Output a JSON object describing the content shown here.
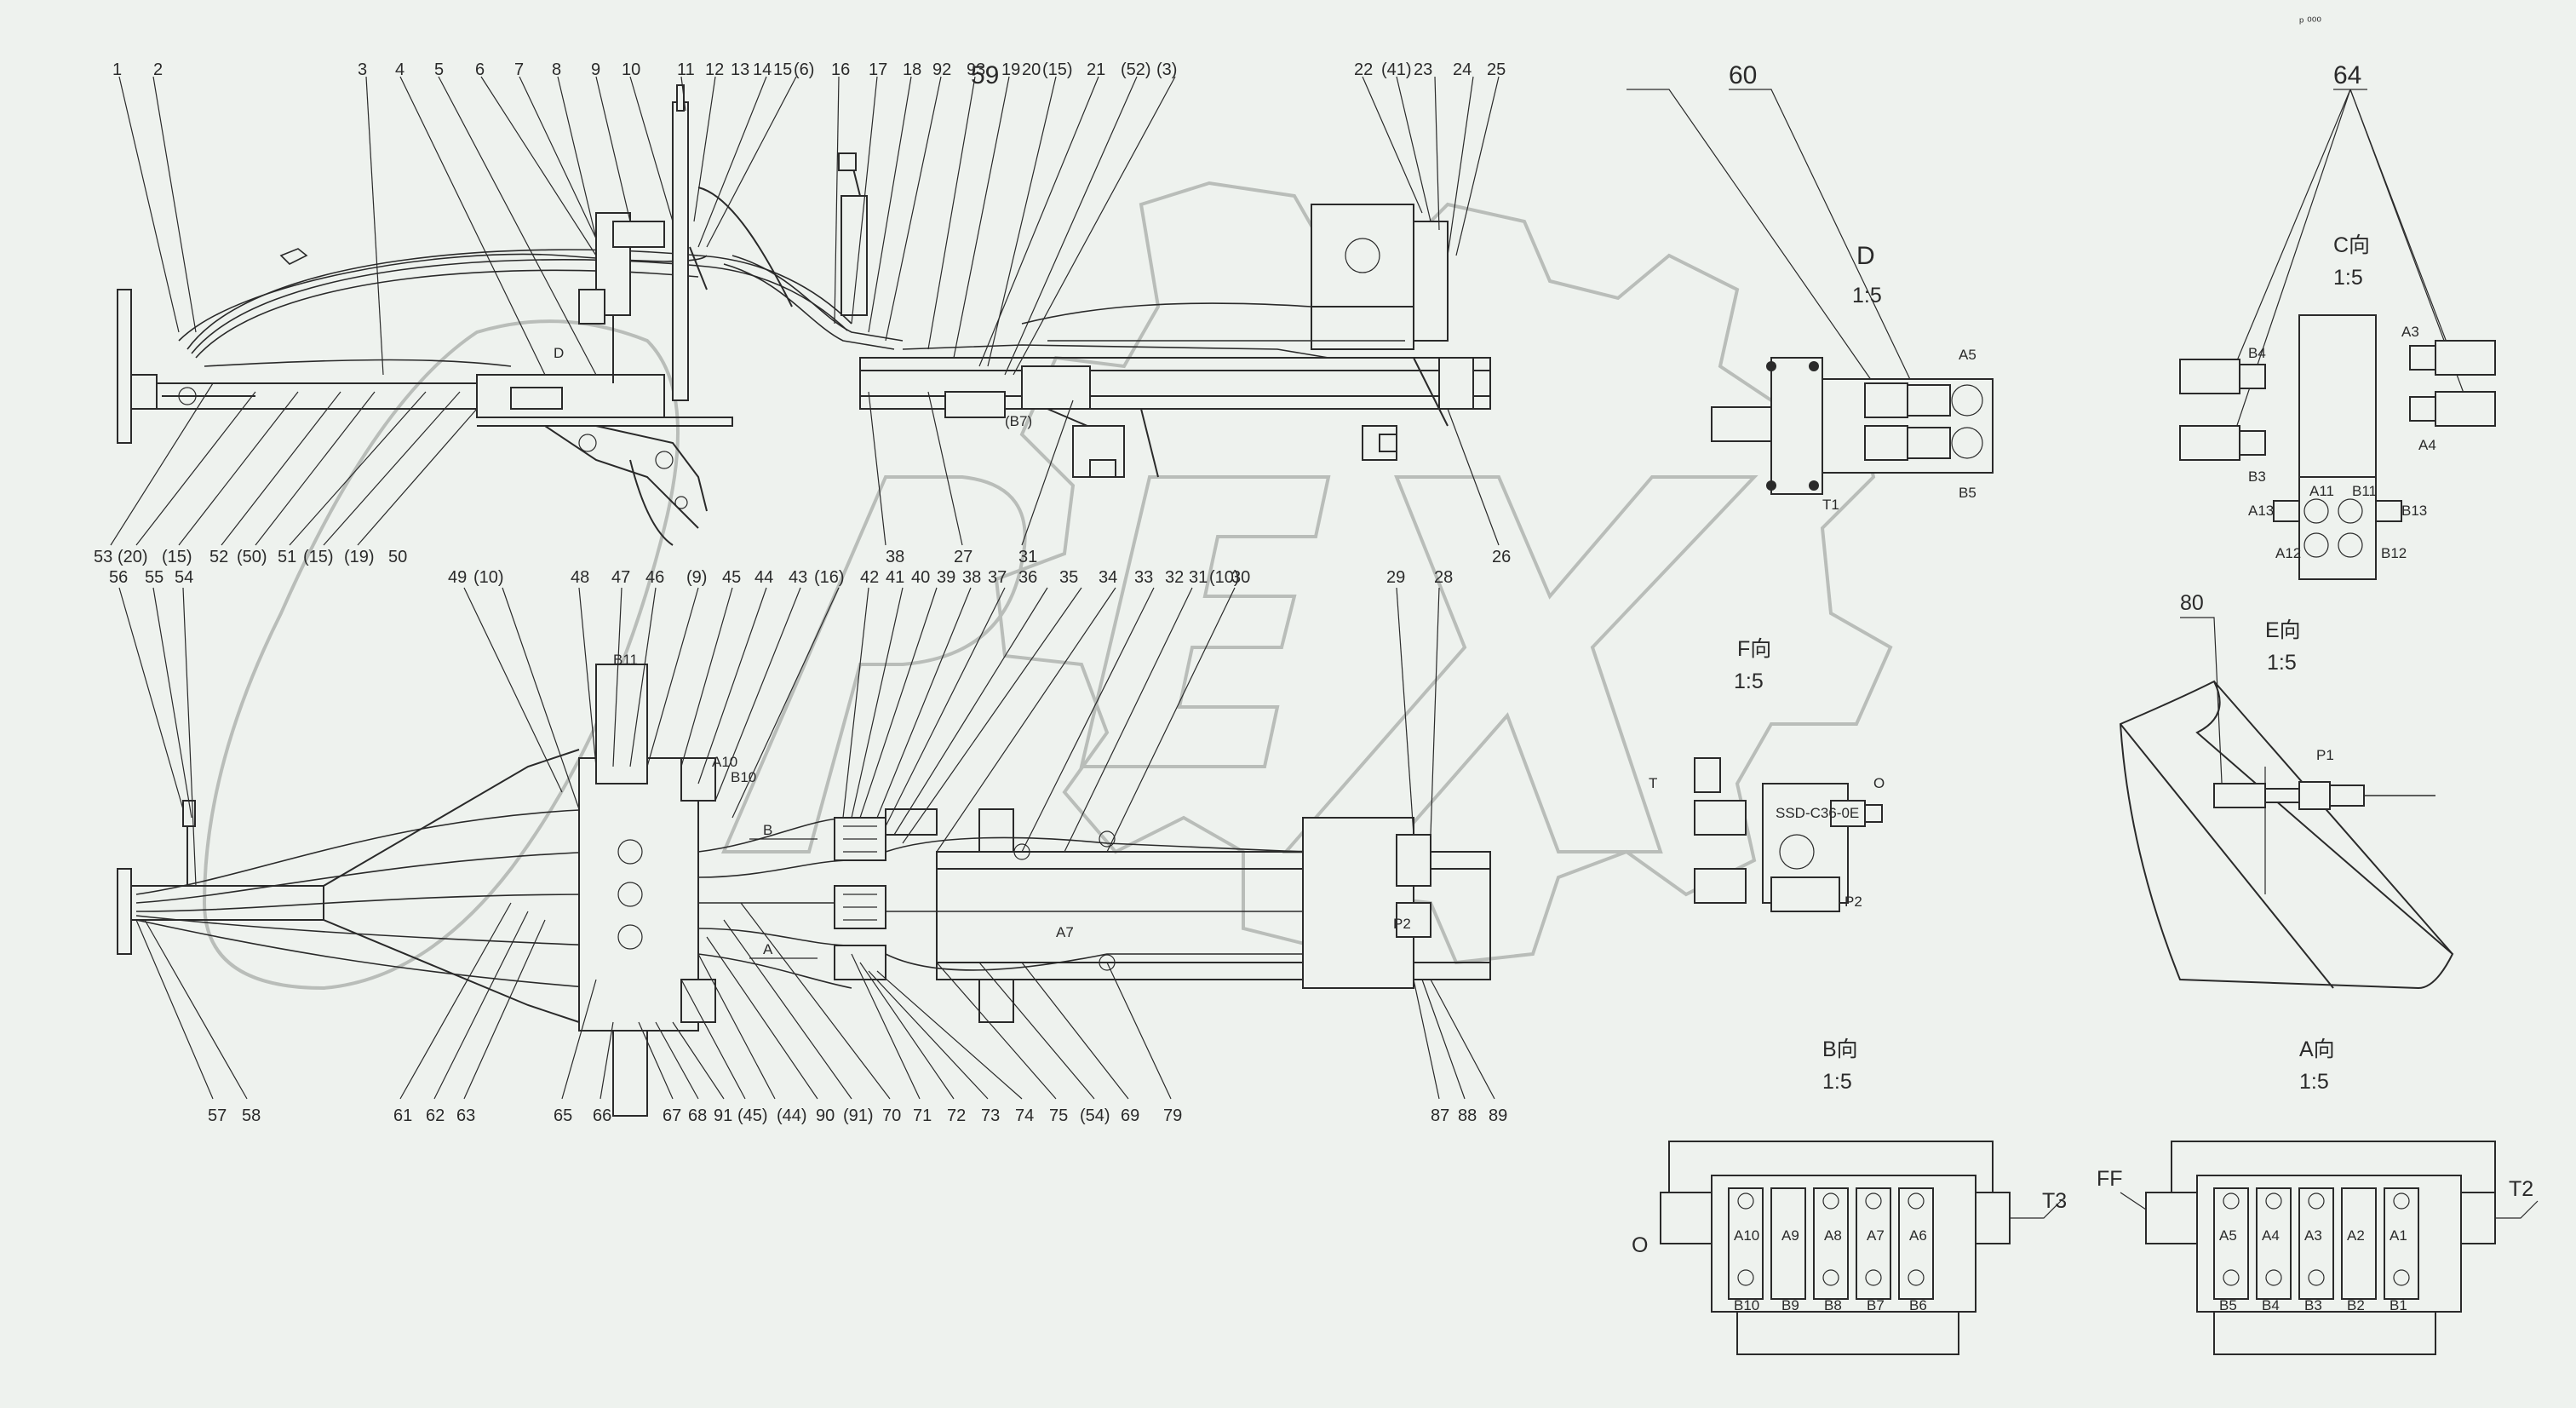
{
  "corner_mark": "ᵖ ⁰⁰⁰",
  "watermark": "OPEX",
  "top_callouts": [
    "1",
    "2",
    "3",
    "4",
    "5",
    "6",
    "7",
    "8",
    "9",
    "10",
    "11",
    "12",
    "13",
    "14",
    "15",
    "(6)",
    "16",
    "17",
    "18",
    "92",
    "93",
    "19",
    "20",
    "(15)",
    "21",
    "(52)",
    "(3)",
    "22",
    "(41)",
    "23",
    "24",
    "25"
  ],
  "top_bottom_callouts": [
    "53",
    "(20)",
    "(15)",
    "52",
    "(50)",
    "51",
    "(15)",
    "(19)",
    "50",
    "38",
    "27",
    "31",
    "26"
  ],
  "bottom_top_callouts": [
    "56",
    "55",
    "54",
    "49",
    "(10)",
    "48",
    "47",
    "46",
    "(9)",
    "45",
    "44",
    "43",
    "(16)",
    "42",
    "41",
    "40",
    "39",
    "38",
    "37",
    "36",
    "35",
    "34",
    "33",
    "32",
    "31",
    "(10)",
    "30",
    "29",
    "28"
  ],
  "bottom_bottom_callouts": [
    "57",
    "58",
    "61",
    "62",
    "63",
    "65",
    "66",
    "67",
    "68",
    "91",
    "(45)",
    "(44)",
    "90",
    "(91)",
    "70",
    "71",
    "72",
    "73",
    "74",
    "75",
    "(54)",
    "69",
    "79",
    "87",
    "88",
    "89"
  ],
  "view_d": {
    "title": "D",
    "scale": "1:5",
    "callout_a": "59",
    "callout_b": "60",
    "port_a5": "A5",
    "port_b5": "B5",
    "port_t1": "T1"
  },
  "view_c": {
    "title": "C向",
    "scale": "1:5",
    "callout": "64",
    "ports": [
      "B4",
      "B3",
      "A3",
      "A4",
      "A11",
      "B11",
      "A13",
      "B13",
      "A12",
      "B12"
    ]
  },
  "view_f": {
    "title": "F向",
    "scale": "1:5",
    "ports": [
      "T",
      "O",
      "P2"
    ],
    "valve_text": "SSD-C36-0E"
  },
  "view_e": {
    "title": "E向",
    "scale": "1:5",
    "callout": "80",
    "port": "P1"
  },
  "view_b": {
    "title": "B向",
    "scale": "1:5",
    "top_ports": [
      "A10",
      "A9",
      "A8",
      "A7",
      "A6"
    ],
    "bottom_ports": [
      "B10",
      "B9",
      "B8",
      "B7",
      "B6"
    ],
    "left": "O",
    "right": "T3"
  },
  "view_a": {
    "title": "A向",
    "scale": "1:5",
    "top_ports": [
      "A5",
      "A4",
      "A3",
      "A2",
      "A1"
    ],
    "bottom_ports": [
      "B5",
      "B4",
      "B3",
      "B2",
      "B1"
    ],
    "left": "FF",
    "right": "T2"
  },
  "marks": {
    "d1": "D",
    "b7": "(B7)",
    "a_arrow": "A",
    "b_arrow": "B",
    "a10": "A10",
    "b10": "B10",
    "b11": "B11",
    "p2": "P2",
    "a7": "A7"
  }
}
